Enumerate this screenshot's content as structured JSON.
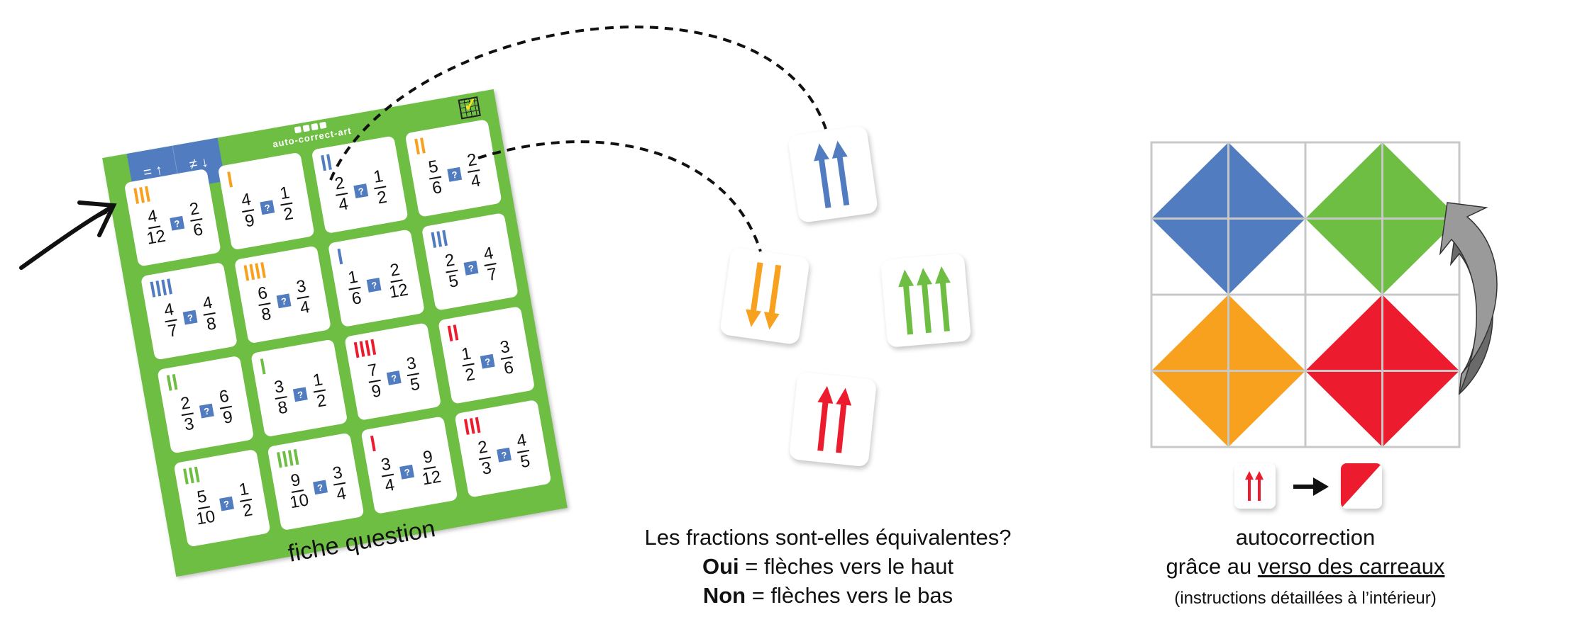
{
  "colors": {
    "green": "#6fbe44",
    "blue": "#517cc0",
    "orange": "#f7a11e",
    "red": "#ec1c2e",
    "grid": "#c8c8c8",
    "gray": "#8c8c8c"
  },
  "sheet": {
    "header": {
      "equal_label": "= ↑",
      "not_equal_label": "≠ ↓",
      "logo": "auto-correct-art"
    },
    "question_mark": "?",
    "cards": [
      {
        "tally_color": "orange",
        "tally": 3,
        "left": {
          "num": "4",
          "den": "12"
        },
        "right": {
          "num": "2",
          "den": "6"
        }
      },
      {
        "tally_color": "orange",
        "tally": 1,
        "left": {
          "num": "4",
          "den": "9"
        },
        "right": {
          "num": "1",
          "den": "2"
        }
      },
      {
        "tally_color": "blue",
        "tally": 2,
        "left": {
          "num": "2",
          "den": "4"
        },
        "right": {
          "num": "1",
          "den": "2"
        }
      },
      {
        "tally_color": "orange",
        "tally": 2,
        "left": {
          "num": "5",
          "den": "6"
        },
        "right": {
          "num": "2",
          "den": "4"
        }
      },
      {
        "tally_color": "blue",
        "tally": 4,
        "left": {
          "num": "4",
          "den": "7"
        },
        "right": {
          "num": "4",
          "den": "8"
        }
      },
      {
        "tally_color": "orange",
        "tally": 4,
        "left": {
          "num": "6",
          "den": "8"
        },
        "right": {
          "num": "3",
          "den": "4"
        }
      },
      {
        "tally_color": "blue",
        "tally": 1,
        "left": {
          "num": "1",
          "den": "6"
        },
        "right": {
          "num": "2",
          "den": "12"
        }
      },
      {
        "tally_color": "blue",
        "tally": 3,
        "left": {
          "num": "2",
          "den": "5"
        },
        "right": {
          "num": "4",
          "den": "7"
        }
      },
      {
        "tally_color": "green",
        "tally": 2,
        "left": {
          "num": "2",
          "den": "3"
        },
        "right": {
          "num": "6",
          "den": "9"
        }
      },
      {
        "tally_color": "green",
        "tally": 1,
        "left": {
          "num": "3",
          "den": "8"
        },
        "right": {
          "num": "1",
          "den": "2"
        }
      },
      {
        "tally_color": "red",
        "tally": 4,
        "left": {
          "num": "7",
          "den": "9"
        },
        "right": {
          "num": "3",
          "den": "5"
        }
      },
      {
        "tally_color": "red",
        "tally": 2,
        "left": {
          "num": "1",
          "den": "2"
        },
        "right": {
          "num": "3",
          "den": "6"
        }
      },
      {
        "tally_color": "green",
        "tally": 3,
        "left": {
          "num": "5",
          "den": "10"
        },
        "right": {
          "num": "1",
          "den": "2"
        }
      },
      {
        "tally_color": "green",
        "tally": 4,
        "left": {
          "num": "9",
          "den": "10"
        },
        "right": {
          "num": "3",
          "den": "4"
        }
      },
      {
        "tally_color": "red",
        "tally": 1,
        "left": {
          "num": "3",
          "den": "4"
        },
        "right": {
          "num": "9",
          "den": "12"
        }
      },
      {
        "tally_color": "red",
        "tally": 3,
        "left": {
          "num": "2",
          "den": "3"
        },
        "right": {
          "num": "4",
          "den": "5"
        }
      }
    ],
    "caption": "fiche question"
  },
  "answer_tiles": [
    {
      "color": "blue",
      "count": 2,
      "direction": "up"
    },
    {
      "color": "orange",
      "count": 2,
      "direction": "down"
    },
    {
      "color": "green",
      "count": 3,
      "direction": "up"
    },
    {
      "color": "red",
      "count": 2,
      "direction": "up"
    }
  ],
  "instructions": {
    "question": "Les fractions sont-elles équivalentes?",
    "yes_label": "Oui",
    "yes_text": " = flèches vers le haut",
    "no_label": "Non",
    "no_text": " = flèches vers le bas"
  },
  "autocorrection": {
    "diamonds": [
      "blue",
      "green",
      "orange",
      "red"
    ],
    "line1": "autocorrection",
    "line2_prefix": "grâce au ",
    "line2_link": "verso des carreaux",
    "line3": "(instructions détaillées à l’intérieur)"
  }
}
